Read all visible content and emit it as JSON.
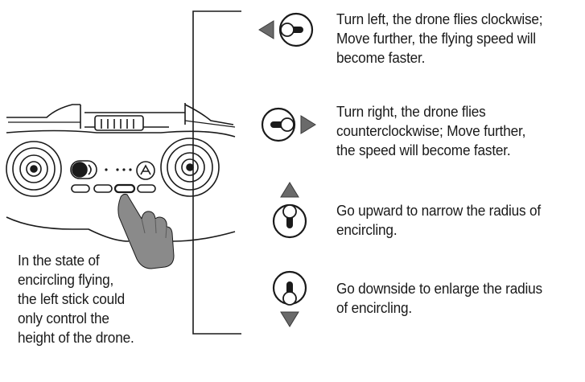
{
  "instructions": [
    {
      "id": "turn-left",
      "lines": [
        "Turn left, the drone flies clockwise;",
        "Move further, the flying speed will",
        "become faster."
      ]
    },
    {
      "id": "turn-right",
      "lines": [
        "Turn right, the drone flies",
        "counterclockwise; Move further,",
        "the speed will become faster."
      ]
    },
    {
      "id": "go-up",
      "lines": [
        "Go upward to narrow the radius of",
        "encircling."
      ]
    },
    {
      "id": "go-down",
      "lines": [
        "Go downside to enlarge the radius",
        "of encircling."
      ]
    }
  ],
  "note": {
    "lines": [
      "In the state of",
      "encircling flying,",
      "the left stick could",
      "only control the",
      "height of the drone."
    ]
  },
  "controller": {
    "icons": [
      "gimbal-wheel-icon",
      "indicator-dots-icon",
      "drone-icon",
      "hand-pointer-icon"
    ]
  },
  "stick_icons": [
    "stick-left-icon",
    "stick-right-icon",
    "stick-up-icon",
    "stick-down-icon"
  ]
}
